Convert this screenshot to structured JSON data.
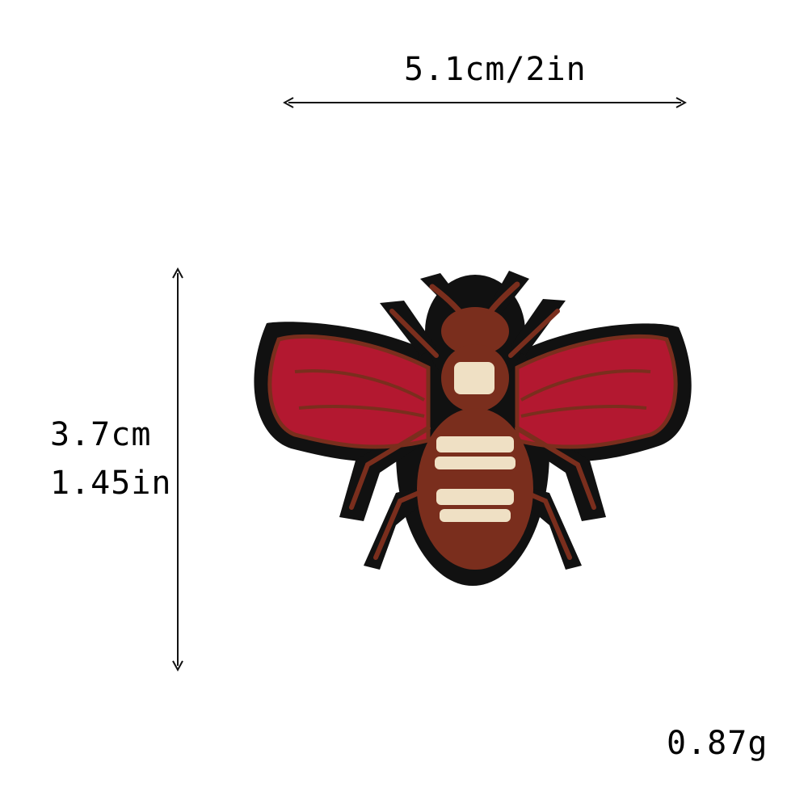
{
  "dimensions": {
    "width_text": "5.1cm/2in",
    "height_cm_text": "3.7cm",
    "height_in_text": "1.45in",
    "weight_text": "0.87g"
  },
  "product": {
    "icon": "bee-patch-icon"
  },
  "colors": {
    "outline": "#111111",
    "body_brown": "#7a2e1d",
    "wing_red": "#b31830",
    "stripe_cream": "#efe0c4",
    "arrow": "#111111"
  }
}
